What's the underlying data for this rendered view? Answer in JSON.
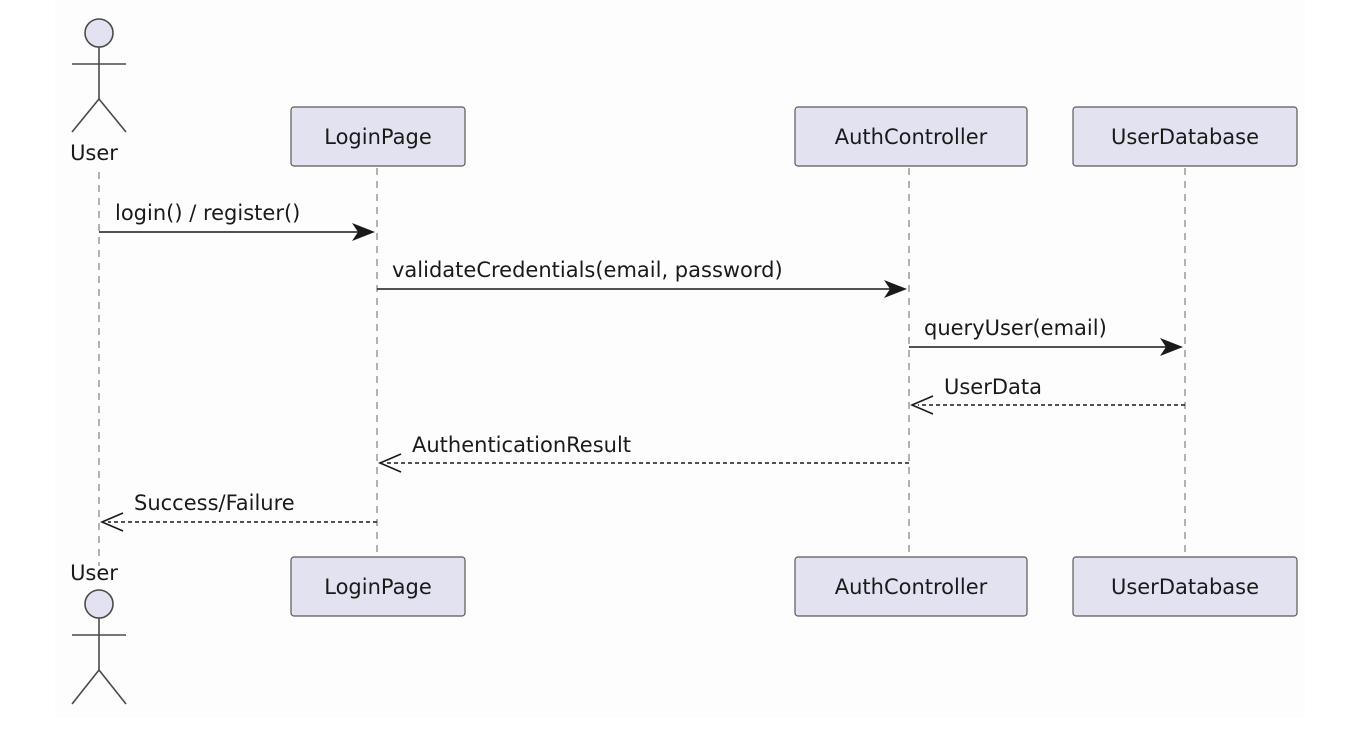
{
  "participants": {
    "user": "User",
    "login_page": "LoginPage",
    "auth_controller": "AuthController",
    "user_database": "UserDatabase"
  },
  "messages": [
    {
      "label": "login() / register()",
      "from": "User",
      "to": "LoginPage",
      "kind": "call"
    },
    {
      "label": "validateCredentials(email, password)",
      "from": "LoginPage",
      "to": "AuthController",
      "kind": "call"
    },
    {
      "label": "queryUser(email)",
      "from": "AuthController",
      "to": "UserDatabase",
      "kind": "call"
    },
    {
      "label": "UserData",
      "from": "UserDatabase",
      "to": "AuthController",
      "kind": "return"
    },
    {
      "label": "AuthenticationResult",
      "from": "AuthController",
      "to": "LoginPage",
      "kind": "return"
    },
    {
      "label": "Success/Failure",
      "from": "LoginPage",
      "to": "User",
      "kind": "return"
    }
  ]
}
